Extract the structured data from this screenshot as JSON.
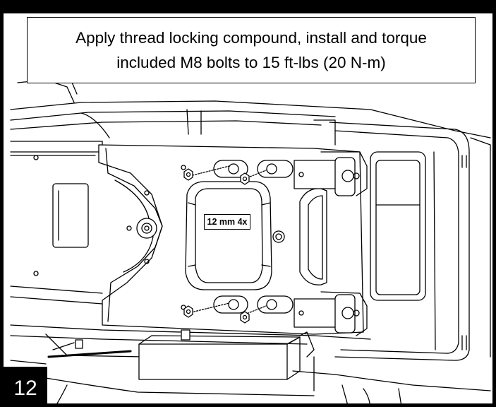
{
  "callout": {
    "line1": "Apply thread locking compound, install and torque",
    "line2": "included M8 bolts to 15 ft-lbs (20 N-m)"
  },
  "dimension_label": "12 mm 4x",
  "step_number": "12",
  "colors": {
    "line": "#000000",
    "background": "#ffffff",
    "shade": "#e6e6e6"
  }
}
